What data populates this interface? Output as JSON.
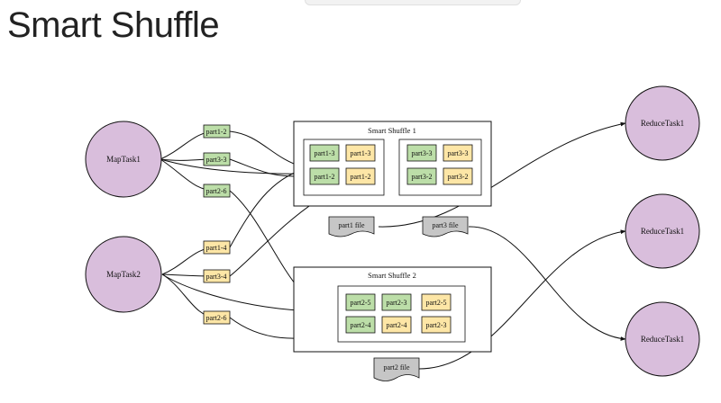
{
  "header": {
    "title": "Smart Shuffle"
  },
  "map_tasks": [
    "MapTask1",
    "MapTask2"
  ],
  "reduce_tasks": [
    "ReduceTask1",
    "ReduceTask1",
    "ReduceTask1"
  ],
  "map_outputs": [
    "part1-2",
    "part3-3",
    "part2-6",
    "part1-4",
    "part3-4",
    "part2-6"
  ],
  "shuffles": [
    {
      "title": "Smart Shuffle 1",
      "groups": [
        [
          "part1-3",
          "part1-3",
          "part1-2",
          "part1-2"
        ],
        [
          "part3-3",
          "part3-3",
          "part3-2",
          "part3-2"
        ]
      ]
    },
    {
      "title": "Smart Shuffle 2",
      "groups": [
        [
          "part2-5",
          "part2-3",
          "part2-5",
          "part2-4",
          "part2-4",
          "part2-3"
        ]
      ]
    }
  ],
  "files": [
    "part1 file",
    "part3 file",
    "part2 file"
  ],
  "colors": {
    "task_fill": "#d9bedc",
    "green_fill": "#bcdea8",
    "yellow_fill": "#fde6a6",
    "file_fill": "#c6c6c6"
  }
}
